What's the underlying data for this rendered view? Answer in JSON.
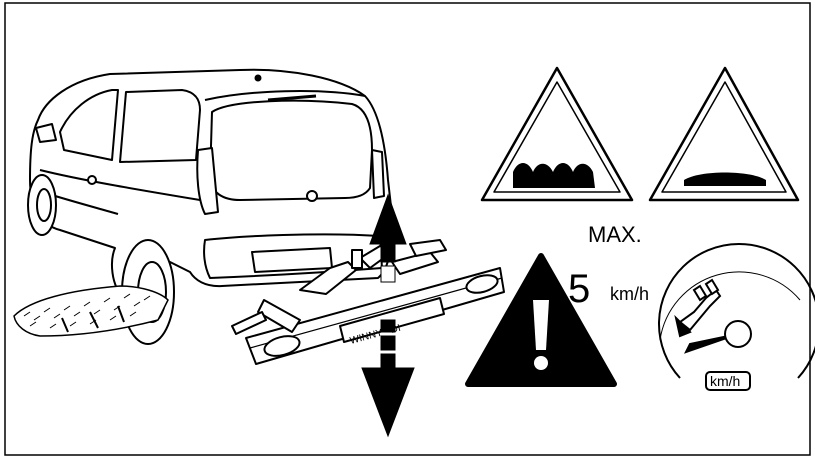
{
  "labels": {
    "max": "MAX.",
    "speed_value": "5",
    "speed_unit": "km/h",
    "gauge_unit": "km/h",
    "brand": "WINNY - DI"
  },
  "colors": {
    "ink": "#000000",
    "paper": "#ffffff"
  },
  "icons": [
    "car-rear-icon",
    "bike-carrier-icon",
    "speed-bump-icon",
    "bumpy-road-sign-icon",
    "speed-hump-sign-icon",
    "warning-sign-icon",
    "speedometer-icon",
    "up-down-arrow-icon"
  ]
}
